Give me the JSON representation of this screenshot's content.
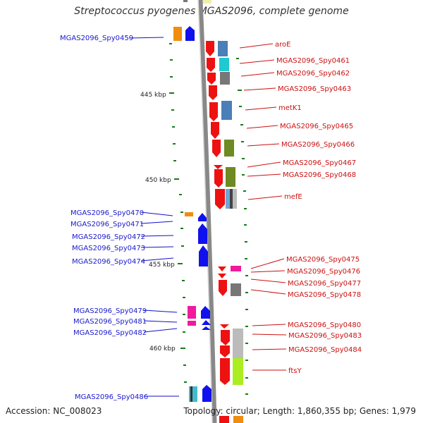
{
  "title": "Streptococcus pyogenes MGAS2096, complete genome",
  "accession": "Accession: NC_008023",
  "topology": "Topology: circular; Length: 1,860,355 bp; Genes: 1,979",
  "kbp_labels": [
    "445 kbp",
    "450 kbp",
    "455 kbp",
    "460 kbp"
  ],
  "left_genes": [
    "MGAS2096_Spy0459",
    "MGAS2096_Spy0470",
    "MGAS2096_Spy0471",
    "MGAS2096_Spy0472",
    "MGAS2096_Spy0473",
    "MGAS2096_Spy0474",
    "MGAS2096_Spy0479",
    "MGAS2096_Spy0481",
    "MGAS2096_Spy0482",
    "MGAS2096_Spy0486"
  ],
  "right_genes": [
    "aroE",
    "MGAS2096_Spy0461",
    "MGAS2096_Spy0462",
    "MGAS2096_Spy0463",
    "metK1",
    "MGAS2096_Spy0465",
    "MGAS2096_Spy0466",
    "MGAS2096_Spy0467",
    "MGAS2096_Spy0468",
    "mefE",
    "MGAS2096_Spy0475",
    "MGAS2096_Spy0476",
    "MGAS2096_Spy0477",
    "MGAS2096_Spy0478",
    "MGAS2096_Spy0480",
    "MGAS2096_Spy0483",
    "MGAS2096_Spy0484",
    "ftsY"
  ],
  "colors": {
    "forward": "#ee1111",
    "reverse": "#1111ee",
    "label_left": "#1a1acc",
    "label_right": "#cc1010",
    "tick": "#1a7a1a"
  }
}
